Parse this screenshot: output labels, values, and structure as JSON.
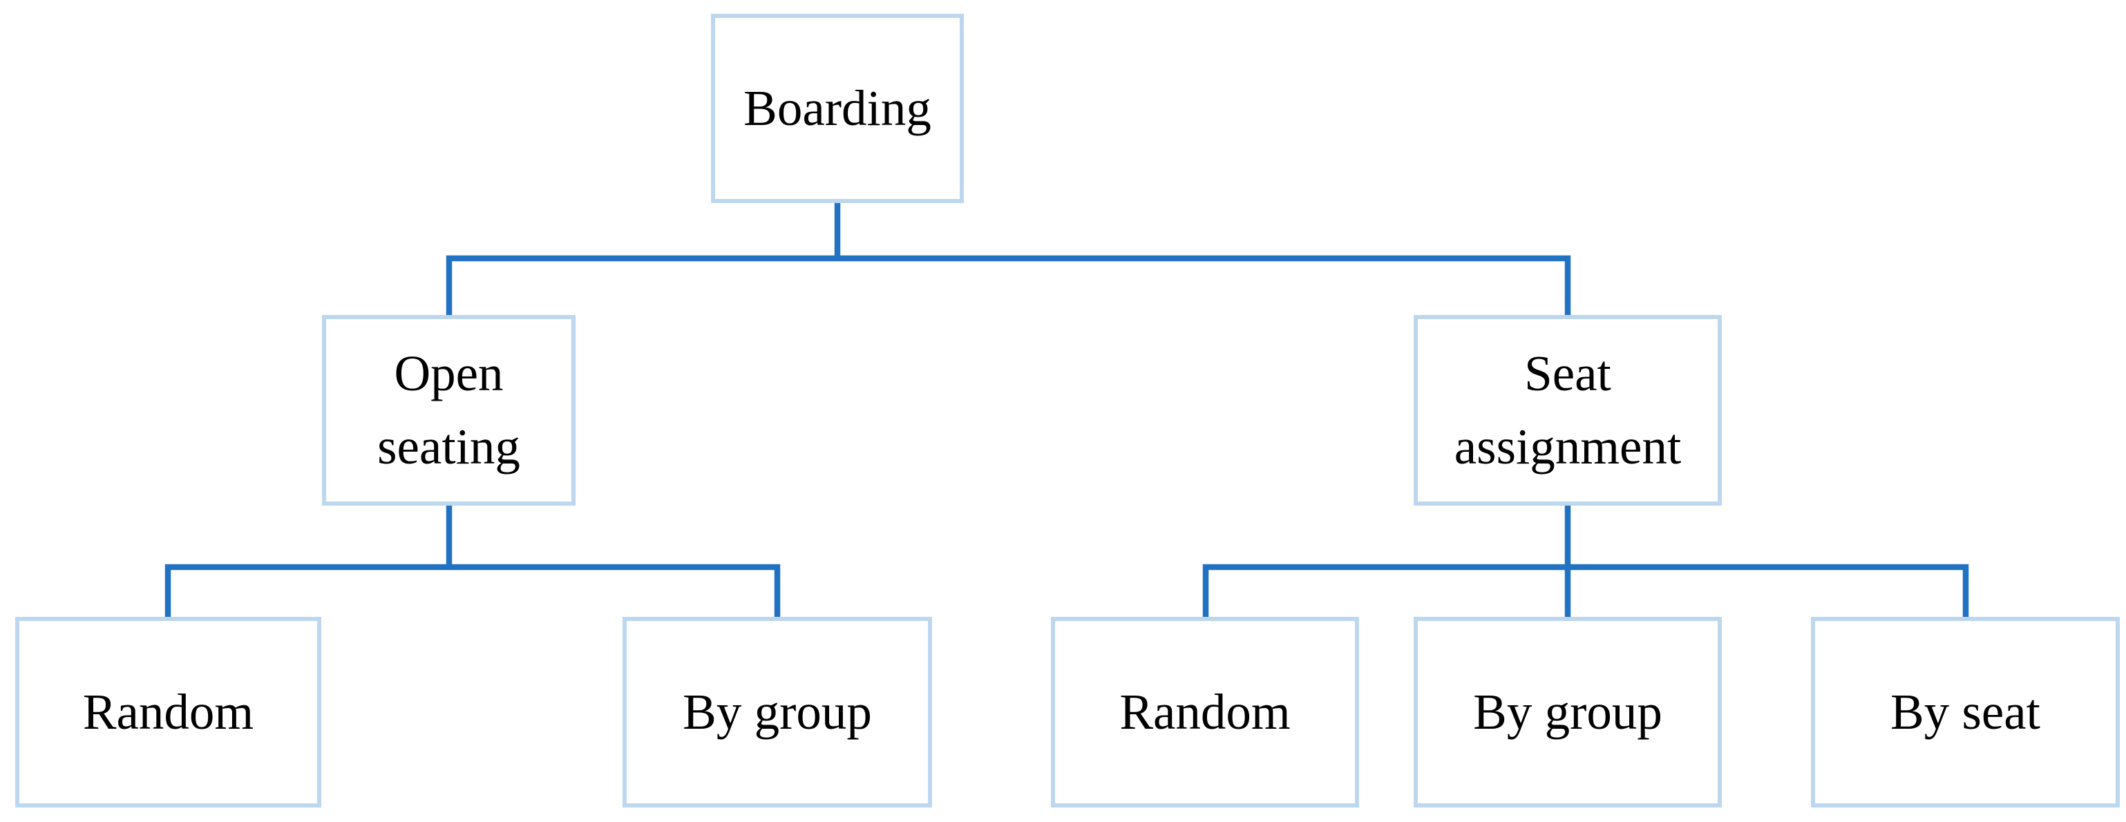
{
  "diagram": {
    "type": "org-tree",
    "colors": {
      "connector": "#2272C4",
      "box_border": "#BDD7EE",
      "box_background": "#FFFFFF",
      "text": "#000000"
    },
    "tree": {
      "label": "Boarding",
      "children": [
        {
          "label": "Open seating",
          "children": [
            {
              "label": "Random"
            },
            {
              "label": "By group"
            }
          ]
        },
        {
          "label": "Seat assignment",
          "children": [
            {
              "label": "Random"
            },
            {
              "label": "By group"
            },
            {
              "label": "By seat"
            }
          ]
        }
      ]
    }
  }
}
